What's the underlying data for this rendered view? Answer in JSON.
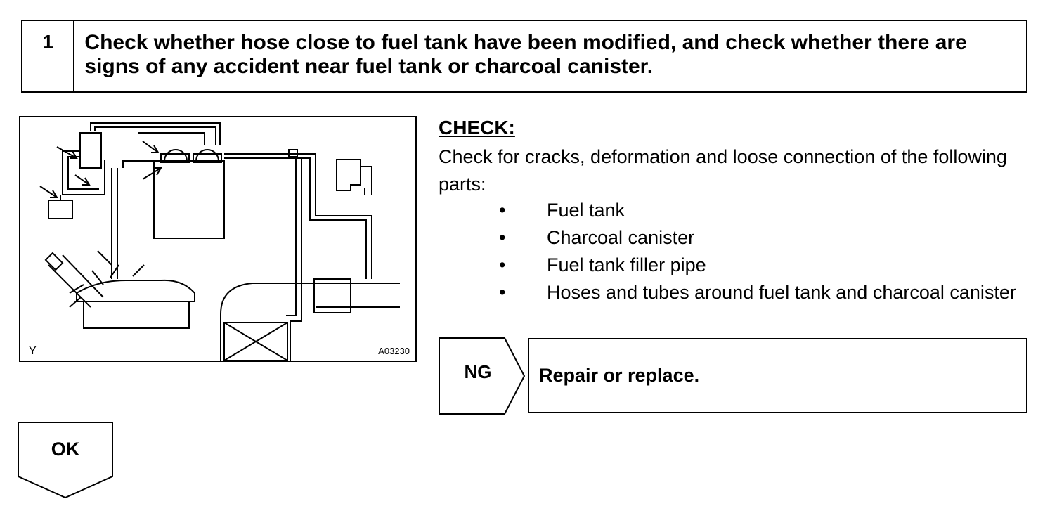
{
  "step": {
    "number": "1",
    "title": "Check whether hose close to fuel tank have been modified, and check whether there are signs of any accident near fuel tank or charcoal canister."
  },
  "figure": {
    "corner_letter": "Y",
    "code": "A03230"
  },
  "check": {
    "heading": "CHECK:",
    "intro": "Check for cracks, deformation and loose connection of the following parts:",
    "items": [
      "Fuel tank",
      "Charcoal canister",
      "Fuel tank filler pipe",
      "Hoses and tubes around fuel tank and charcoal canister"
    ],
    "bullet": "•"
  },
  "ng": {
    "label": "NG",
    "action": "Repair or replace."
  },
  "ok": {
    "label": "OK"
  }
}
